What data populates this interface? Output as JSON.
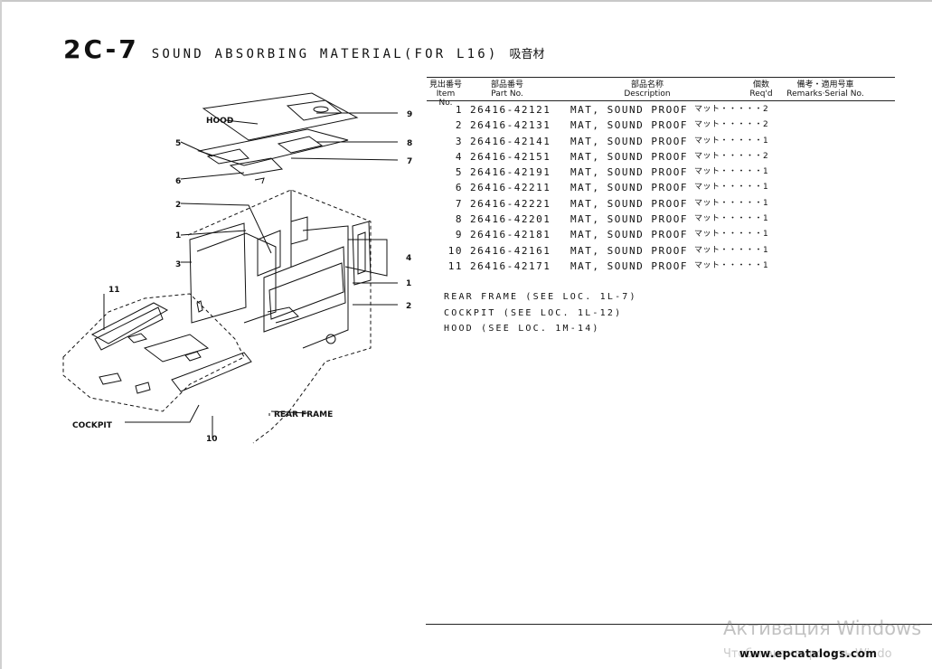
{
  "title": {
    "code": "2C-7",
    "text": "SOUND ABSORBING MATERIAL(FOR L16)",
    "jp": "吸音材"
  },
  "table": {
    "headers": {
      "item_no_jp": "見出番号",
      "item_no": "Item No.",
      "part_no_jp": "部品番号",
      "part_no": "Part No.",
      "desc_jp": "部品名称",
      "desc": "Description",
      "qty_jp": "個数",
      "qty": "Req'd",
      "remarks_jp": "備考・適用号車",
      "remarks": "Remarks·Serial No."
    },
    "rows": [
      {
        "no": "1",
        "part": "26416-42121",
        "desc": "MAT, SOUND PROOF",
        "jp_qty": "マット・・・・・2"
      },
      {
        "no": "2",
        "part": "26416-42131",
        "desc": "MAT, SOUND PROOF",
        "jp_qty": "マット・・・・・2"
      },
      {
        "no": "3",
        "part": "26416-42141",
        "desc": "MAT, SOUND PROOF",
        "jp_qty": "マット・・・・・1"
      },
      {
        "no": "4",
        "part": "26416-42151",
        "desc": "MAT, SOUND PROOF",
        "jp_qty": "マット・・・・・2"
      },
      {
        "no": "5",
        "part": "26416-42191",
        "desc": "MAT, SOUND PROOF",
        "jp_qty": "マット・・・・・1"
      },
      {
        "no": "6",
        "part": "26416-42211",
        "desc": "MAT, SOUND PROOF",
        "jp_qty": "マット・・・・・1"
      },
      {
        "no": "7",
        "part": "26416-42221",
        "desc": "MAT, SOUND PROOF",
        "jp_qty": "マット・・・・・1"
      },
      {
        "no": "8",
        "part": "26416-42201",
        "desc": "MAT, SOUND PROOF",
        "jp_qty": "マット・・・・・1"
      },
      {
        "no": "9",
        "part": "26416-42181",
        "desc": "MAT, SOUND PROOF",
        "jp_qty": "マット・・・・・1"
      },
      {
        "no": "10",
        "part": "26416-42161",
        "desc": "MAT, SOUND PROOF",
        "jp_qty": "マット・・・・・1"
      },
      {
        "no": "11",
        "part": "26416-42171",
        "desc": "MAT, SOUND PROOF",
        "jp_qty": "マット・・・・・1"
      }
    ]
  },
  "notes": [
    "REAR FRAME (SEE LOC. 1L-7)",
    "COCKPIT (SEE LOC. 1L-12)",
    "HOOD (SEE LOC. 1M-14)"
  ],
  "diagram": {
    "labels": {
      "hood": "HOOD",
      "cockpit": "COCKPIT",
      "rear_frame": "REAR FRAME"
    },
    "callouts": [
      "9",
      "5",
      "8",
      "7",
      "6",
      "2",
      "1",
      "4",
      "1",
      "3",
      "2",
      "11",
      "10"
    ]
  },
  "footer": {
    "site": "www.epcatalogs.com",
    "watermark_line1": "Активация Windows",
    "watermark_line2": "Чтобы активировать Windo"
  }
}
